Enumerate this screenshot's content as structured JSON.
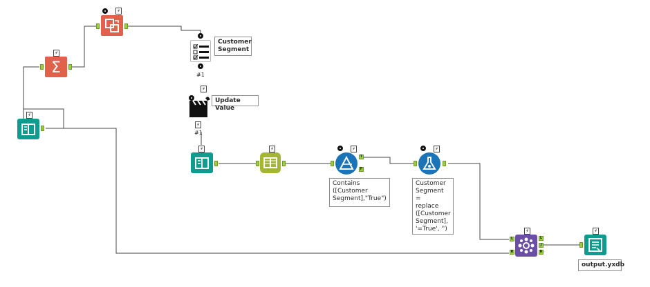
{
  "canvas": {
    "background": "#ffffff",
    "wire_color": "#444444"
  },
  "colors": {
    "input_tool": "#0f9c8e",
    "summarize_tool": "#e0624a",
    "transpose_tool": "#e0624a",
    "text_to_columns": "#a3b533",
    "filter_tool": "#1b73b8",
    "formula_tool": "#1b73b8",
    "join_tool": "#6b4fa6",
    "output_tool": "#0f9c8e",
    "anchor": "#9acd40"
  },
  "tools": {
    "input_1": {
      "icon": "book-icon"
    },
    "summarize": {
      "icon": "sigma-icon"
    },
    "crosstab": {
      "icon": "crosstab-icon"
    },
    "control_param": {
      "icon": "checklist-icon",
      "connection_label": "#1"
    },
    "action": {
      "icon": "clapperboard-icon",
      "connection_label": "#1"
    },
    "input_2": {
      "icon": "book-icon"
    },
    "text_to_columns": {
      "icon": "columns-icon"
    },
    "filter": {
      "icon": "filter-triangle-icon",
      "true_anchor": "T",
      "false_anchor": "F"
    },
    "formula": {
      "icon": "flask-icon"
    },
    "join": {
      "icon": "join-icon",
      "anchors_in": [
        "L",
        "R"
      ],
      "anchors_out": [
        "L",
        "J",
        "R"
      ]
    },
    "output": {
      "icon": "output-document-icon"
    }
  },
  "annotations": {
    "control_param": "Customer\nSegment",
    "action": "Update Value",
    "filter": "Contains\n([Customer\nSegment],\"True\")",
    "formula": "Customer\nSegment =\nreplace\n([Customer\nSegment],\n'=True', '')",
    "output": "output.yxdb"
  }
}
